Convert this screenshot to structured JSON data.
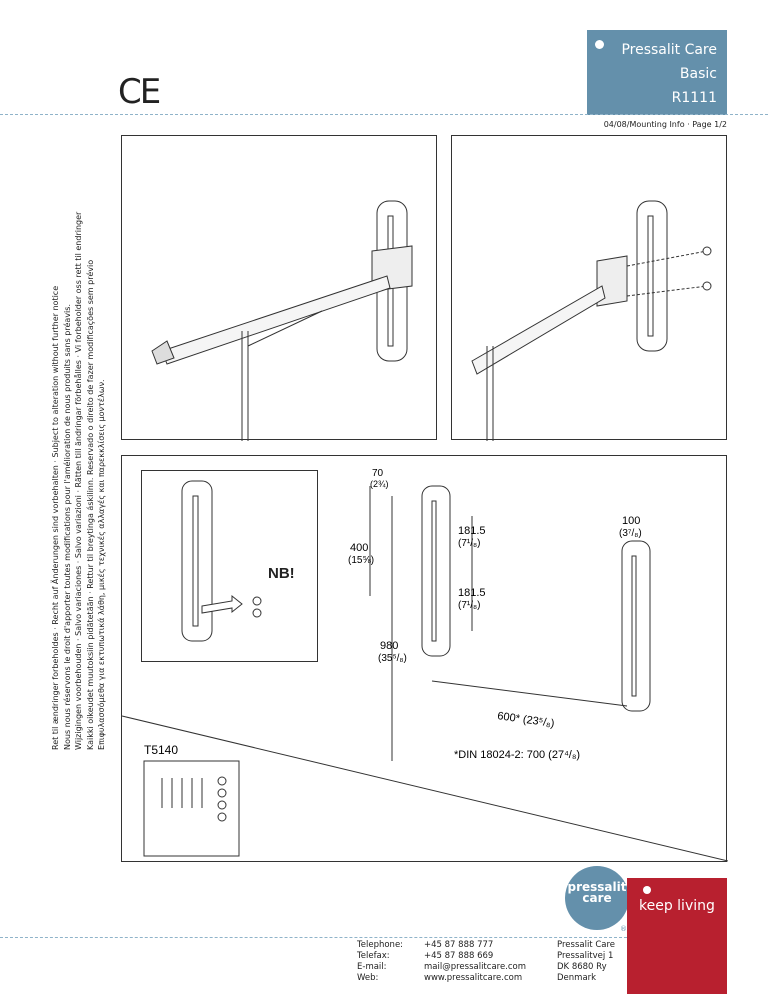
{
  "brand": {
    "company": "Pressalit Care",
    "line": "Basic",
    "code": "R1111"
  },
  "header": {
    "info": "04/08/Mounting Info · Page 1/2",
    "ce_mark": "CE"
  },
  "disclaimer": [
    "Ret til ændringer forbeholdes · Recht auf Änderungen sind vorbehalten · Subject to alteration without further notice",
    "Nous nous réservons le droit d'apporter toutes modifications pour l'amélioration de nous produits sans préavis.",
    "Wijzigingen voorbehouden · Salvo variaciones · Salvo variazioni · Rätten till ändringar förbehålles · Vi forbeholder oss rett til endringer",
    "Kaikki oikeudet muutoksiin pidätetään · Rettur til breytinga áskilinn. Reservado o direito de fazer modificações sem prévio",
    "Επιφυλασσόμεθα για εκτυπωτικά λάθη, μικές τεχνικές αλλαγές και παρεκκλίσεις μοντέλων."
  ],
  "diagram": {
    "nb_label": "NB!",
    "kit_label": "T5140",
    "dim_width": "70",
    "dim_width_in": "(2¾)",
    "dim_100": "100",
    "dim_100_in": "(3⁷/₈)",
    "dim_400": "400",
    "dim_400_in": "(15⅝)",
    "dim_181a": "181.5",
    "dim_181a_in": "(7¹/₈)",
    "dim_181b": "181.5",
    "dim_181b_in": "(7¹/₈)",
    "dim_980": "980",
    "dim_980_in": "(35⁵/₈)",
    "dim_600": "600* (23⁵/₈)",
    "din_note": "*DIN 18024-2: 700 (27⁴/₈)"
  },
  "logo": {
    "text1": "pressalit",
    "text2": "care",
    "registered": "®"
  },
  "slogan": "keep living",
  "footer": {
    "labels": [
      "Telephone:",
      "Telefax:",
      "E-mail:",
      "Web:"
    ],
    "values": [
      "+45 87 888 777",
      "+45 87 888 669",
      "mail@pressalitcare.com",
      "www.pressalitcare.com"
    ],
    "address": [
      "Pressalit Care",
      "Pressalitvej 1",
      "DK 8680 Ry",
      "Denmark"
    ]
  },
  "colors": {
    "brand_blue": "#6490ab",
    "red": "#b8202f"
  }
}
